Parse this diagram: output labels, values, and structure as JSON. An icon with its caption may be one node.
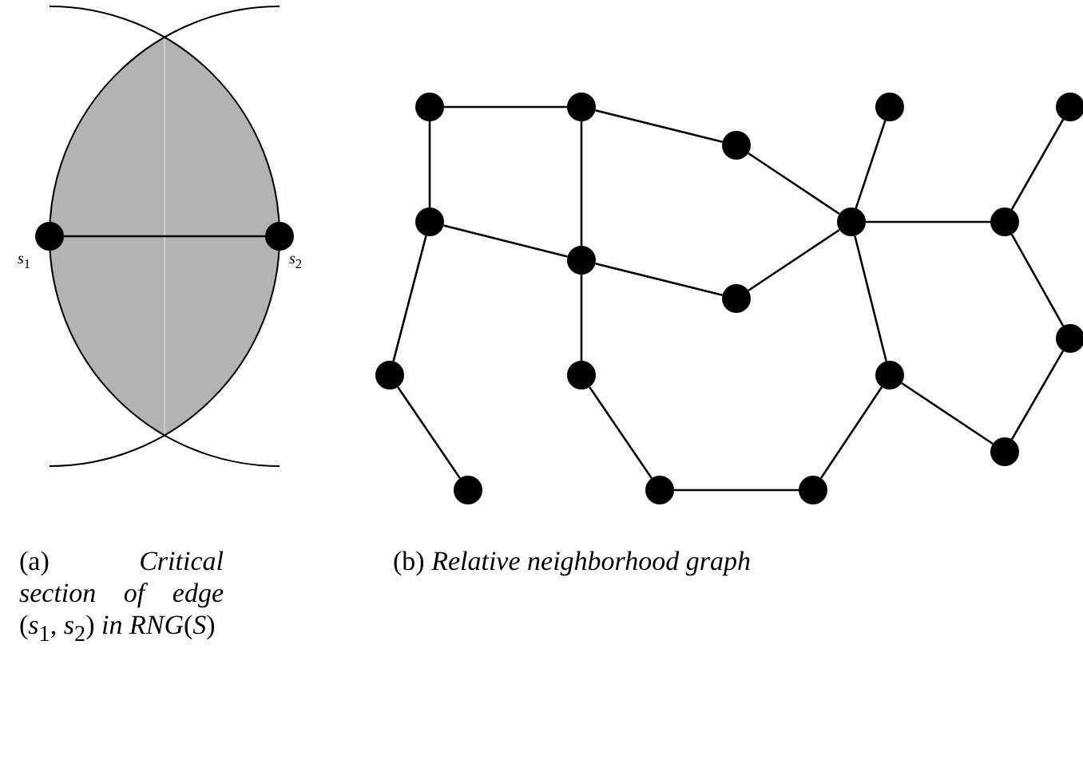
{
  "diagram": {
    "nodes": [
      {
        "text": [],
        "shape": "circle",
        "beside": [
          "*s*$_{1}$"
        ]
      },
      {
        "text": [],
        "shape": "circle",
        "beside": [
          "*s*$_{2}$"
        ]
      },
      {
        "text": [],
        "shape": "circle"
      },
      {
        "text": [],
        "shape": "circle"
      },
      {
        "text": [],
        "shape": "circle"
      },
      {
        "text": [],
        "shape": "circle"
      },
      {
        "text": [],
        "shape": "circle"
      },
      {
        "text": [],
        "shape": "circle"
      },
      {
        "text": [],
        "shape": "circle"
      },
      {
        "text": [],
        "shape": "circle"
      },
      {
        "text": [],
        "shape": "circle"
      },
      {
        "text": [],
        "shape": "circle"
      },
      {
        "text": [],
        "shape": "circle"
      },
      {
        "text": [],
        "shape": "circle"
      },
      {
        "text": [],
        "shape": "circle"
      },
      {
        "text": [],
        "shape": "circle"
      },
      {
        "text": [],
        "shape": "circle"
      },
      {
        "text": [],
        "shape": "circle"
      },
      {
        "text": [],
        "shape": "circle"
      },
      {
        "text": [],
        "shape": "circle"
      }
    ],
    "edges": [
      {
        "from": 0,
        "to": 1,
        "arrow": "none"
      },
      {
        "from": 2,
        "to": 3,
        "arrow": "none"
      },
      {
        "from": 2,
        "to": 7,
        "arrow": "none"
      },
      {
        "from": 3,
        "to": 10,
        "arrow": "none"
      },
      {
        "from": 3,
        "to": 6,
        "arrow": "none"
      },
      {
        "from": 6,
        "to": 8,
        "arrow": "none"
      },
      {
        "from": 4,
        "to": 8,
        "arrow": "none"
      },
      {
        "from": 5,
        "to": 9,
        "arrow": "none"
      },
      {
        "from": 7,
        "to": 10,
        "arrow": "none"
      },
      {
        "from": 10,
        "to": 11,
        "arrow": "none"
      },
      {
        "from": 11,
        "to": 8,
        "arrow": "none"
      },
      {
        "from": 8,
        "to": 9,
        "arrow": "none"
      },
      {
        "from": 8,
        "to": 15,
        "arrow": "none"
      },
      {
        "from": 9,
        "to": 12,
        "arrow": "none"
      },
      {
        "from": 12,
        "to": 16,
        "arrow": "none"
      },
      {
        "from": 15,
        "to": 16,
        "arrow": "none"
      },
      {
        "from": 15,
        "to": 19,
        "arrow": "none"
      },
      {
        "from": 19,
        "to": 18,
        "arrow": "none"
      },
      {
        "from": 18,
        "to": 14,
        "arrow": "none"
      },
      {
        "from": 14,
        "to": 10,
        "arrow": "none"
      },
      {
        "from": 7,
        "to": 13,
        "arrow": "none"
      },
      {
        "from": 13,
        "to": 17,
        "arrow": "none"
      }
    ],
    "labels": [
      "(a) *Critical section of edge* (*s*$_{1}$, *s*$_{2}$) *in* *RNG*(*S*)",
      "(b) *Relative neighborhood graph*"
    ]
  }
}
